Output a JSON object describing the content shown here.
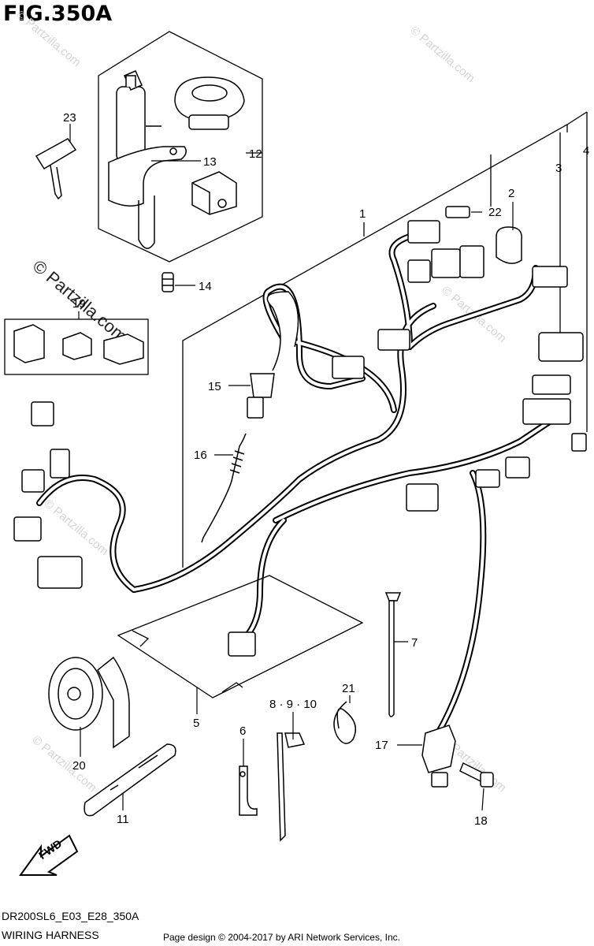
{
  "figure": {
    "title": "FIG.350A",
    "model_code": "DR200SL6_E03_E28_350A",
    "section_name": "WIRING HARNESS",
    "copyright": "Page design © 2004-2017 by ARI Network Services, Inc."
  },
  "watermark": {
    "text": "© Partzilla.com"
  },
  "fwd_label": "FWD",
  "callouts": [
    {
      "id": "c1",
      "label": "1"
    },
    {
      "id": "c2",
      "label": "2"
    },
    {
      "id": "c3",
      "label": "3"
    },
    {
      "id": "c4",
      "label": "4"
    },
    {
      "id": "c5",
      "label": "5"
    },
    {
      "id": "c6",
      "label": "6"
    },
    {
      "id": "c7",
      "label": "7"
    },
    {
      "id": "c8910",
      "label": "8 · 9 · 10"
    },
    {
      "id": "c11",
      "label": "11"
    },
    {
      "id": "c12",
      "label": "12"
    },
    {
      "id": "c13",
      "label": "13"
    },
    {
      "id": "c14",
      "label": "14"
    },
    {
      "id": "c15",
      "label": "15"
    },
    {
      "id": "c16",
      "label": "16"
    },
    {
      "id": "c17",
      "label": "17"
    },
    {
      "id": "c18",
      "label": "18"
    },
    {
      "id": "c19",
      "label": "19"
    },
    {
      "id": "c20",
      "label": "20"
    },
    {
      "id": "c21",
      "label": "21"
    },
    {
      "id": "c22",
      "label": "22"
    },
    {
      "id": "c23",
      "label": "23"
    }
  ]
}
